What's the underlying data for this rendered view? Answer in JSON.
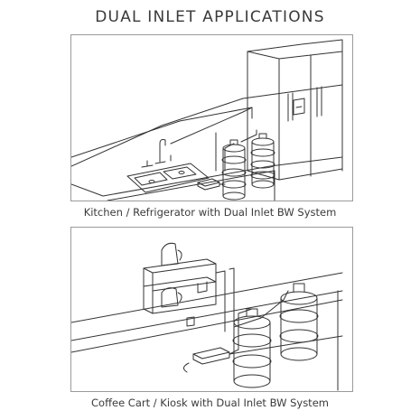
{
  "title": "DUAL INLET APPLICATIONS",
  "panels": [
    {
      "caption": "Kitchen / Refrigerator with Dual Inlet BW System"
    },
    {
      "caption": "Coffee Cart / Kiosk with Dual Inlet BW System"
    }
  ],
  "colors": {
    "line": "#333333",
    "frame": "#9a9a9a",
    "background": "#ffffff"
  }
}
